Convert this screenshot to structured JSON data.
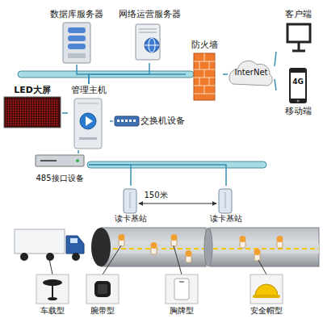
{
  "diagram": {
    "nodes": [
      {
        "text": [
          "数据库服务器"
        ]
      },
      {
        "text": [
          "网络运营服务器"
        ]
      },
      {
        "text": [
          "防火墙"
        ]
      },
      {
        "text": [
          "InterNet"
        ]
      },
      {
        "text": [
          "客户端"
        ]
      },
      {
        "text": [
          "4G",
          "移动端"
        ]
      },
      {
        "text": [
          "LED大屏"
        ]
      },
      {
        "text": [
          "管理主机"
        ]
      },
      {
        "text": [
          "交换机设备"
        ]
      },
      {
        "text": [
          "485接口设备"
        ]
      },
      {
        "text": [
          "读卡基站"
        ]
      },
      {
        "text": [
          "读卡基站"
        ]
      },
      {
        "text": [
          "车载型"
        ]
      },
      {
        "text": [
          "腕带型"
        ]
      },
      {
        "text": [
          "胸牌型"
        ]
      },
      {
        "text": [
          "安全帽型"
        ]
      }
    ],
    "edges": [
      {
        "from": 0,
        "to": 7,
        "arrow": "none"
      },
      {
        "from": 1,
        "to": 7,
        "arrow": "none"
      },
      {
        "from": 2,
        "to": 7,
        "arrow": "none"
      },
      {
        "from": 7,
        "to": 8,
        "arrow": "none"
      },
      {
        "from": 2,
        "to": 3,
        "arrow": "none"
      },
      {
        "from": 3,
        "to": 4,
        "arrow": "none"
      },
      {
        "from": 3,
        "to": 5,
        "arrow": "none"
      },
      {
        "from": 6,
        "to": 7,
        "arrow": "none"
      },
      {
        "from": 7,
        "to": 9,
        "arrow": "none"
      },
      {
        "from": 9,
        "to": 10,
        "arrow": "none"
      },
      {
        "from": 9,
        "to": 11,
        "arrow": "none"
      }
    ],
    "labels": [
      "150米"
    ]
  }
}
